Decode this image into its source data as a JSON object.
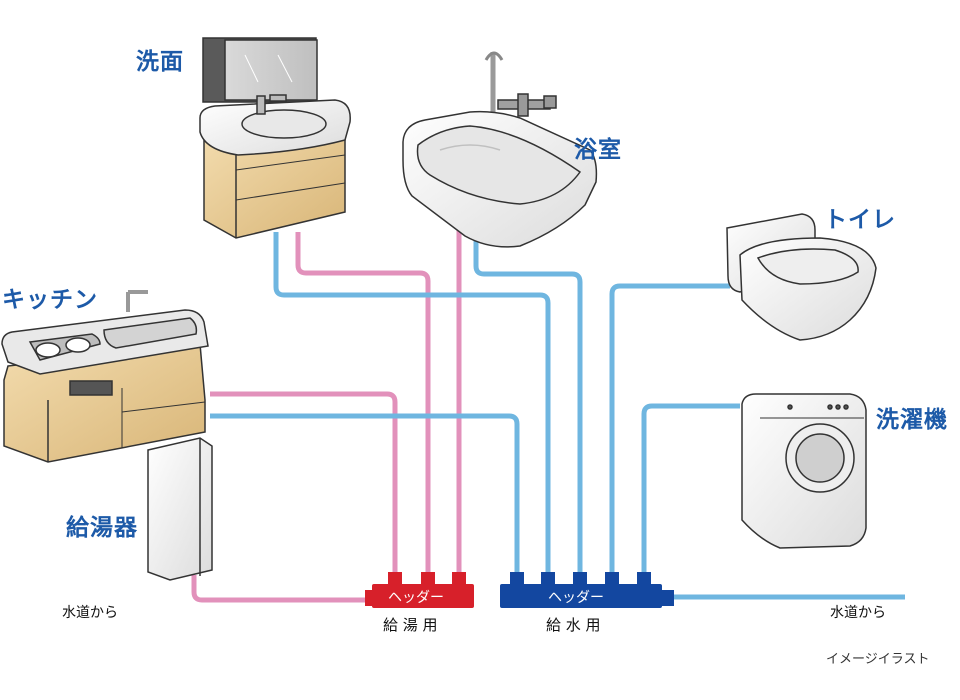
{
  "fixtures": {
    "washbasin": "洗面",
    "bathroom": "浴室",
    "toilet": "トイレ",
    "kitchen": "キッチン",
    "washing_machine": "洗濯機",
    "water_heater": "給湯器"
  },
  "header_hot": {
    "name": "ヘッダー",
    "caption": "給 湯 用"
  },
  "header_cold": {
    "name": "ヘッダー",
    "caption": "給 水 用"
  },
  "from_water_left": "水道から",
  "from_water_right": "水道から",
  "note": "イメージイラスト",
  "colors": {
    "hot_pipe": "#e291bb",
    "cold_pipe": "#6fb6e0",
    "hot_header": "#d7202a",
    "cold_header": "#1347a0",
    "label_blue": "#1d5aa8"
  }
}
